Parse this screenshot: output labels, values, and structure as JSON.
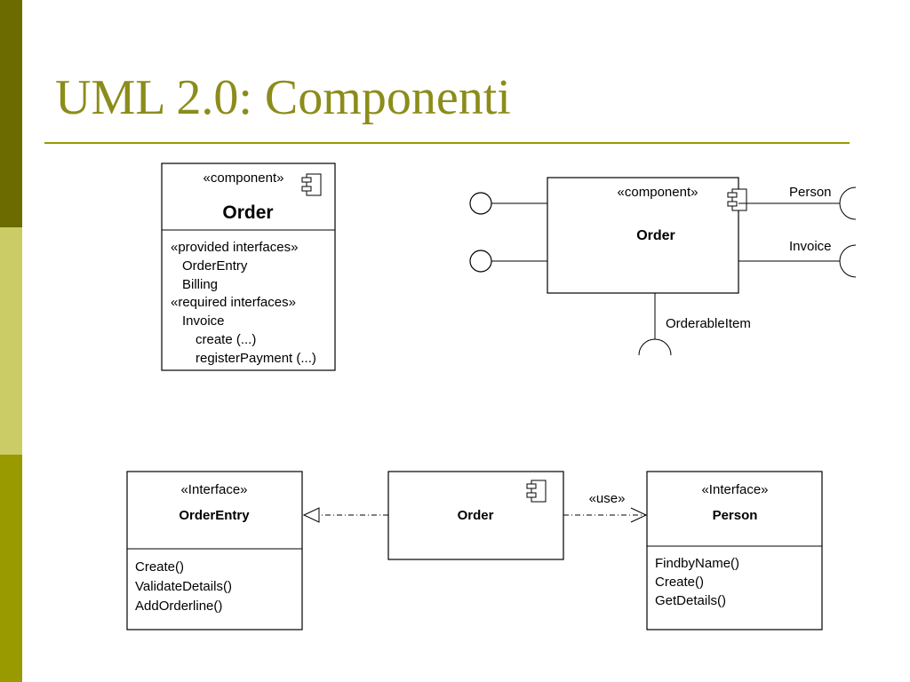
{
  "slide": {
    "title": "UML 2.0: Componenti",
    "colors": {
      "title": "#8c8c1a",
      "bar_top": "#6b6b00",
      "bar_mid": "#cccc66",
      "bar_bottom": "#999900"
    }
  },
  "diagram1": {
    "stereotype": "«component»",
    "name": "Order",
    "lines": [
      "«provided interfaces»",
      "OrderEntry",
      "Billing",
      "«required interfaces»",
      "Invoice",
      "create (...)",
      "registerPayment (...)"
    ]
  },
  "diagram2": {
    "stereotype": "«component»",
    "name": "Order",
    "required": [
      "Person",
      "Invoice"
    ],
    "bottom": "OrderableItem"
  },
  "diagram3": {
    "left": {
      "stereotype": "«Interface»",
      "name": "OrderEntry",
      "ops": [
        "Create()",
        "ValidateDetails()",
        "AddOrderline()"
      ]
    },
    "center": {
      "name": "Order"
    },
    "relation": "«use»",
    "right": {
      "stereotype": "«Interface»",
      "name": "Person",
      "ops": [
        "FindbyName()",
        "Create()",
        "GetDetails()"
      ]
    }
  }
}
